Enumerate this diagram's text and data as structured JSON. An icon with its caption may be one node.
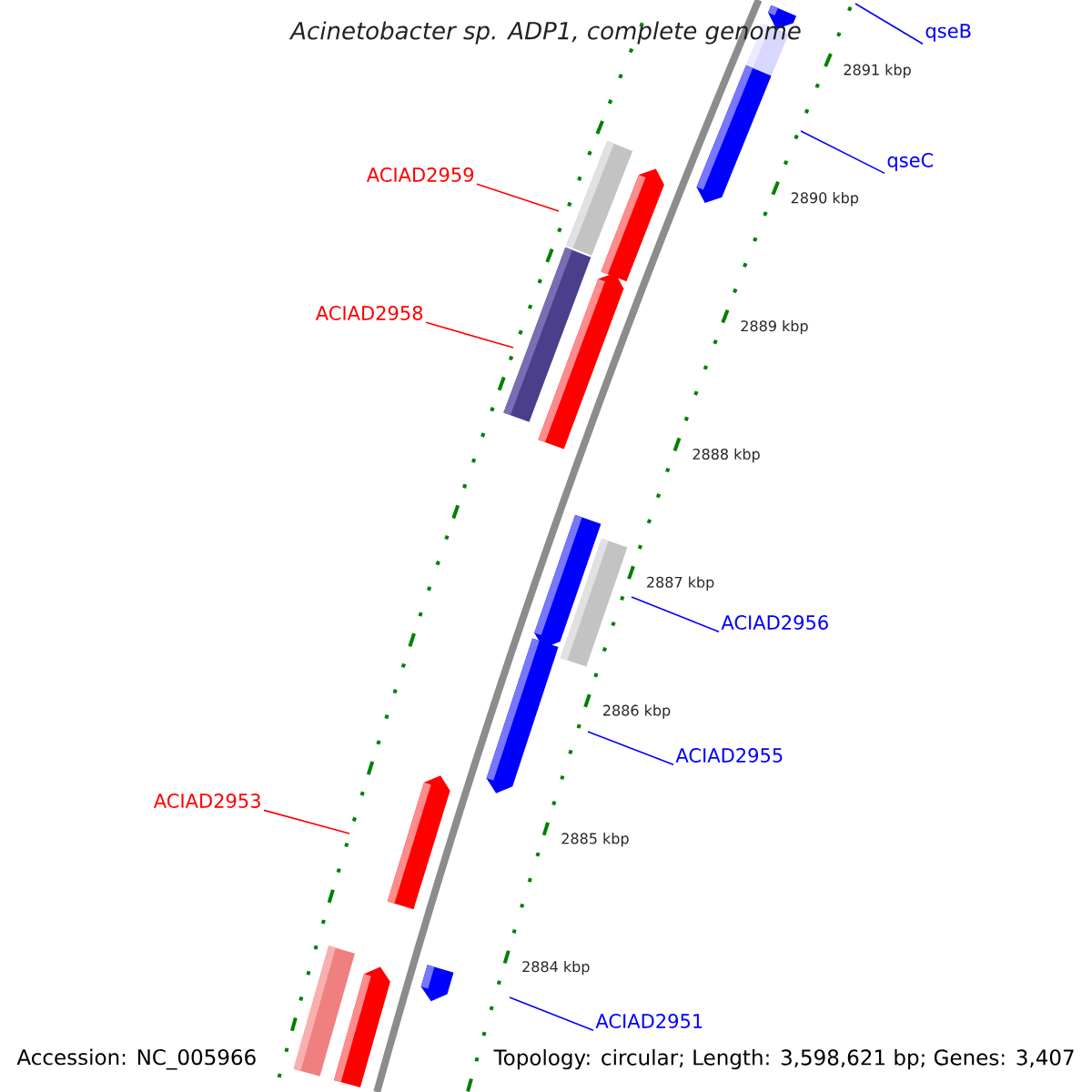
{
  "diagram": {
    "title": "Acinetobacter sp. ADP1, complete genome",
    "nodes": [
      {
        "text": [
          "qseB"
        ]
      },
      {
        "text": [
          "qseC"
        ]
      },
      {
        "text": [
          "ACIAD2959"
        ]
      },
      {
        "text": [
          "ACIAD2958"
        ]
      },
      {
        "text": [
          "ACIAD2956"
        ]
      },
      {
        "text": [
          "ACIAD2955"
        ]
      },
      {
        "text": [
          "ACIAD2953"
        ]
      },
      {
        "text": [
          "ACIAD2951"
        ]
      }
    ],
    "edges": [
      {
        "from": 0,
        "to": null,
        "arrow": "none",
        "color": "#0000ff"
      },
      {
        "from": 1,
        "to": null,
        "arrow": "none",
        "color": "#0000ff"
      },
      {
        "from": 2,
        "to": null,
        "arrow": "none",
        "color": "#ff0000"
      },
      {
        "from": 3,
        "to": null,
        "arrow": "none",
        "color": "#ff0000"
      },
      {
        "from": 4,
        "to": null,
        "arrow": "none",
        "color": "#0000ff"
      },
      {
        "from": 5,
        "to": null,
        "arrow": "none",
        "color": "#0000ff"
      },
      {
        "from": 6,
        "to": null,
        "arrow": "none",
        "color": "#ff0000"
      },
      {
        "from": 7,
        "to": null,
        "arrow": "none",
        "color": "#0000ff"
      }
    ],
    "labels": [
      "2891 kbp",
      "2890 kbp",
      "2889 kbp",
      "2888 kbp",
      "2887 kbp",
      "2886 kbp",
      "2885 kbp",
      "2884 kbp",
      "Accession: NC_005966",
      "Topology: circular; Length: 3,598,621 bp; Genes: 3,407"
    ]
  }
}
